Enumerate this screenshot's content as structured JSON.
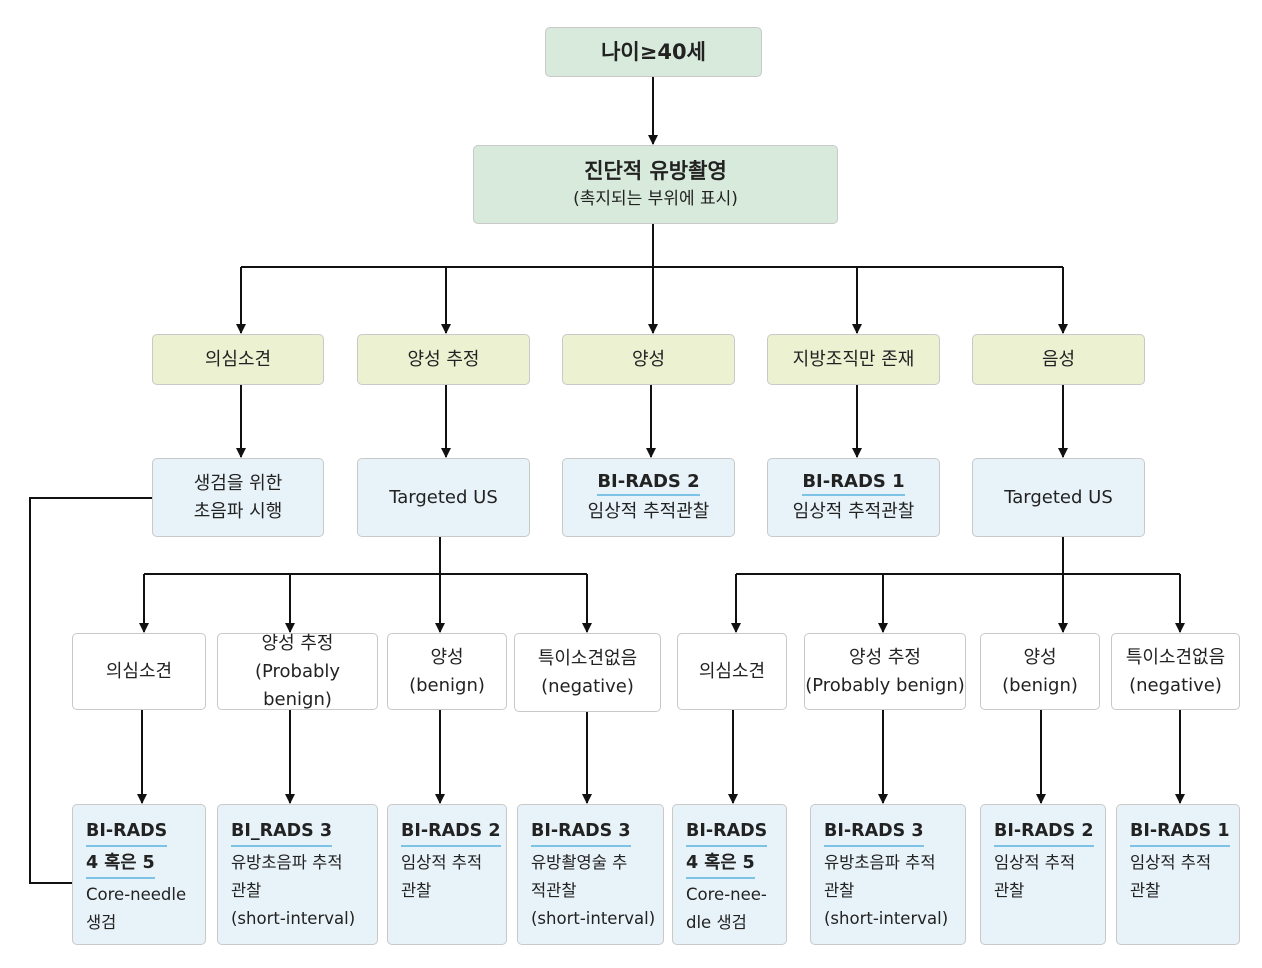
{
  "root": {
    "label": "나이≥40세"
  },
  "mammo": {
    "title": "진단적 유방촬영",
    "note": "(촉지되는 부위에 표시)"
  },
  "level1": [
    {
      "label": "의심소견"
    },
    {
      "label": "양성 추정"
    },
    {
      "label": "양성"
    },
    {
      "label": "지방조직만 존재"
    },
    {
      "label": "음성"
    }
  ],
  "level2": [
    {
      "lines": [
        "생검을 위한",
        "초음파 시행"
      ]
    },
    {
      "lines": [
        "Targeted US"
      ]
    },
    {
      "head": "BI-RADS 2",
      "lines": [
        "임상적 추적관찰"
      ]
    },
    {
      "head": "BI-RADS 1",
      "lines": [
        "임상적 추적관찰"
      ]
    },
    {
      "lines": [
        "Targeted US"
      ]
    }
  ],
  "usResults": [
    {
      "lines": [
        "의심소견"
      ]
    },
    {
      "lines": [
        "양성 추정",
        "(Probably benign)"
      ]
    },
    {
      "lines": [
        "양성",
        "(benign)"
      ]
    },
    {
      "lines": [
        "특이소견없음",
        "(negative)"
      ]
    },
    {
      "lines": [
        "의심소견"
      ]
    },
    {
      "lines": [
        "양성 추정",
        "(Probably benign)"
      ]
    },
    {
      "lines": [
        "양성",
        "(benign)"
      ]
    },
    {
      "lines": [
        "특이소견없음",
        "(negative)"
      ]
    }
  ],
  "outcomes": [
    {
      "head": [
        "BI-RADS",
        "4 혹은 5"
      ],
      "lines": [
        "Core-needle",
        "생검"
      ]
    },
    {
      "head": [
        "BI_RADS 3"
      ],
      "lines": [
        "유방초음파 추적",
        "관찰",
        "(short-interval)"
      ]
    },
    {
      "head": [
        "BI-RADS 2"
      ],
      "lines": [
        "임상적 추적",
        "관찰"
      ]
    },
    {
      "head": [
        "BI-RADS 3"
      ],
      "lines": [
        "유방촬영술 추",
        "적관찰",
        "(short-interval)"
      ]
    },
    {
      "head": [
        "BI-RADS",
        "4 혹은 5"
      ],
      "lines": [
        "Core-nee-",
        "dle 생검"
      ]
    },
    {
      "head": [
        "BI-RADS 3"
      ],
      "lines": [
        "유방초음파 추적",
        "관찰",
        "(short-interval)"
      ]
    },
    {
      "head": [
        "BI-RADS 2"
      ],
      "lines": [
        "임상적 추적",
        "관찰"
      ]
    },
    {
      "head": [
        "BI-RADS 1"
      ],
      "lines": [
        "임상적 추적",
        "관찰"
      ]
    }
  ]
}
